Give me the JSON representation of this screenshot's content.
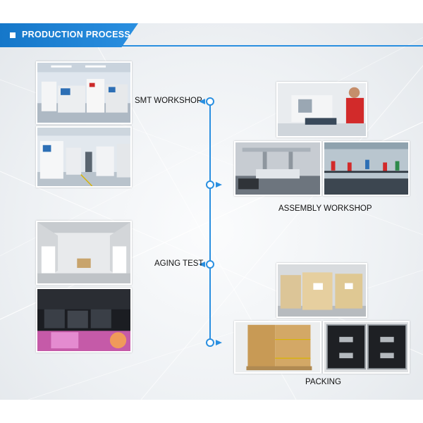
{
  "header": {
    "title": "PRODUCTION PROCESS"
  },
  "stages": {
    "smt": "SMT WORKSHOP",
    "assembly": "ASSEMBLY WORKSHOP",
    "aging": "AGING TEST",
    "packing": "PACKING"
  },
  "colors": {
    "accent": "#2a8fe0",
    "header_tab": "#1577c9",
    "background": "#eef1f4"
  },
  "icons": {
    "header_marker": "white-square-icon",
    "timeline_node": "circle-node-icon",
    "timeline_pointer": "triangle-arrow-icon"
  }
}
